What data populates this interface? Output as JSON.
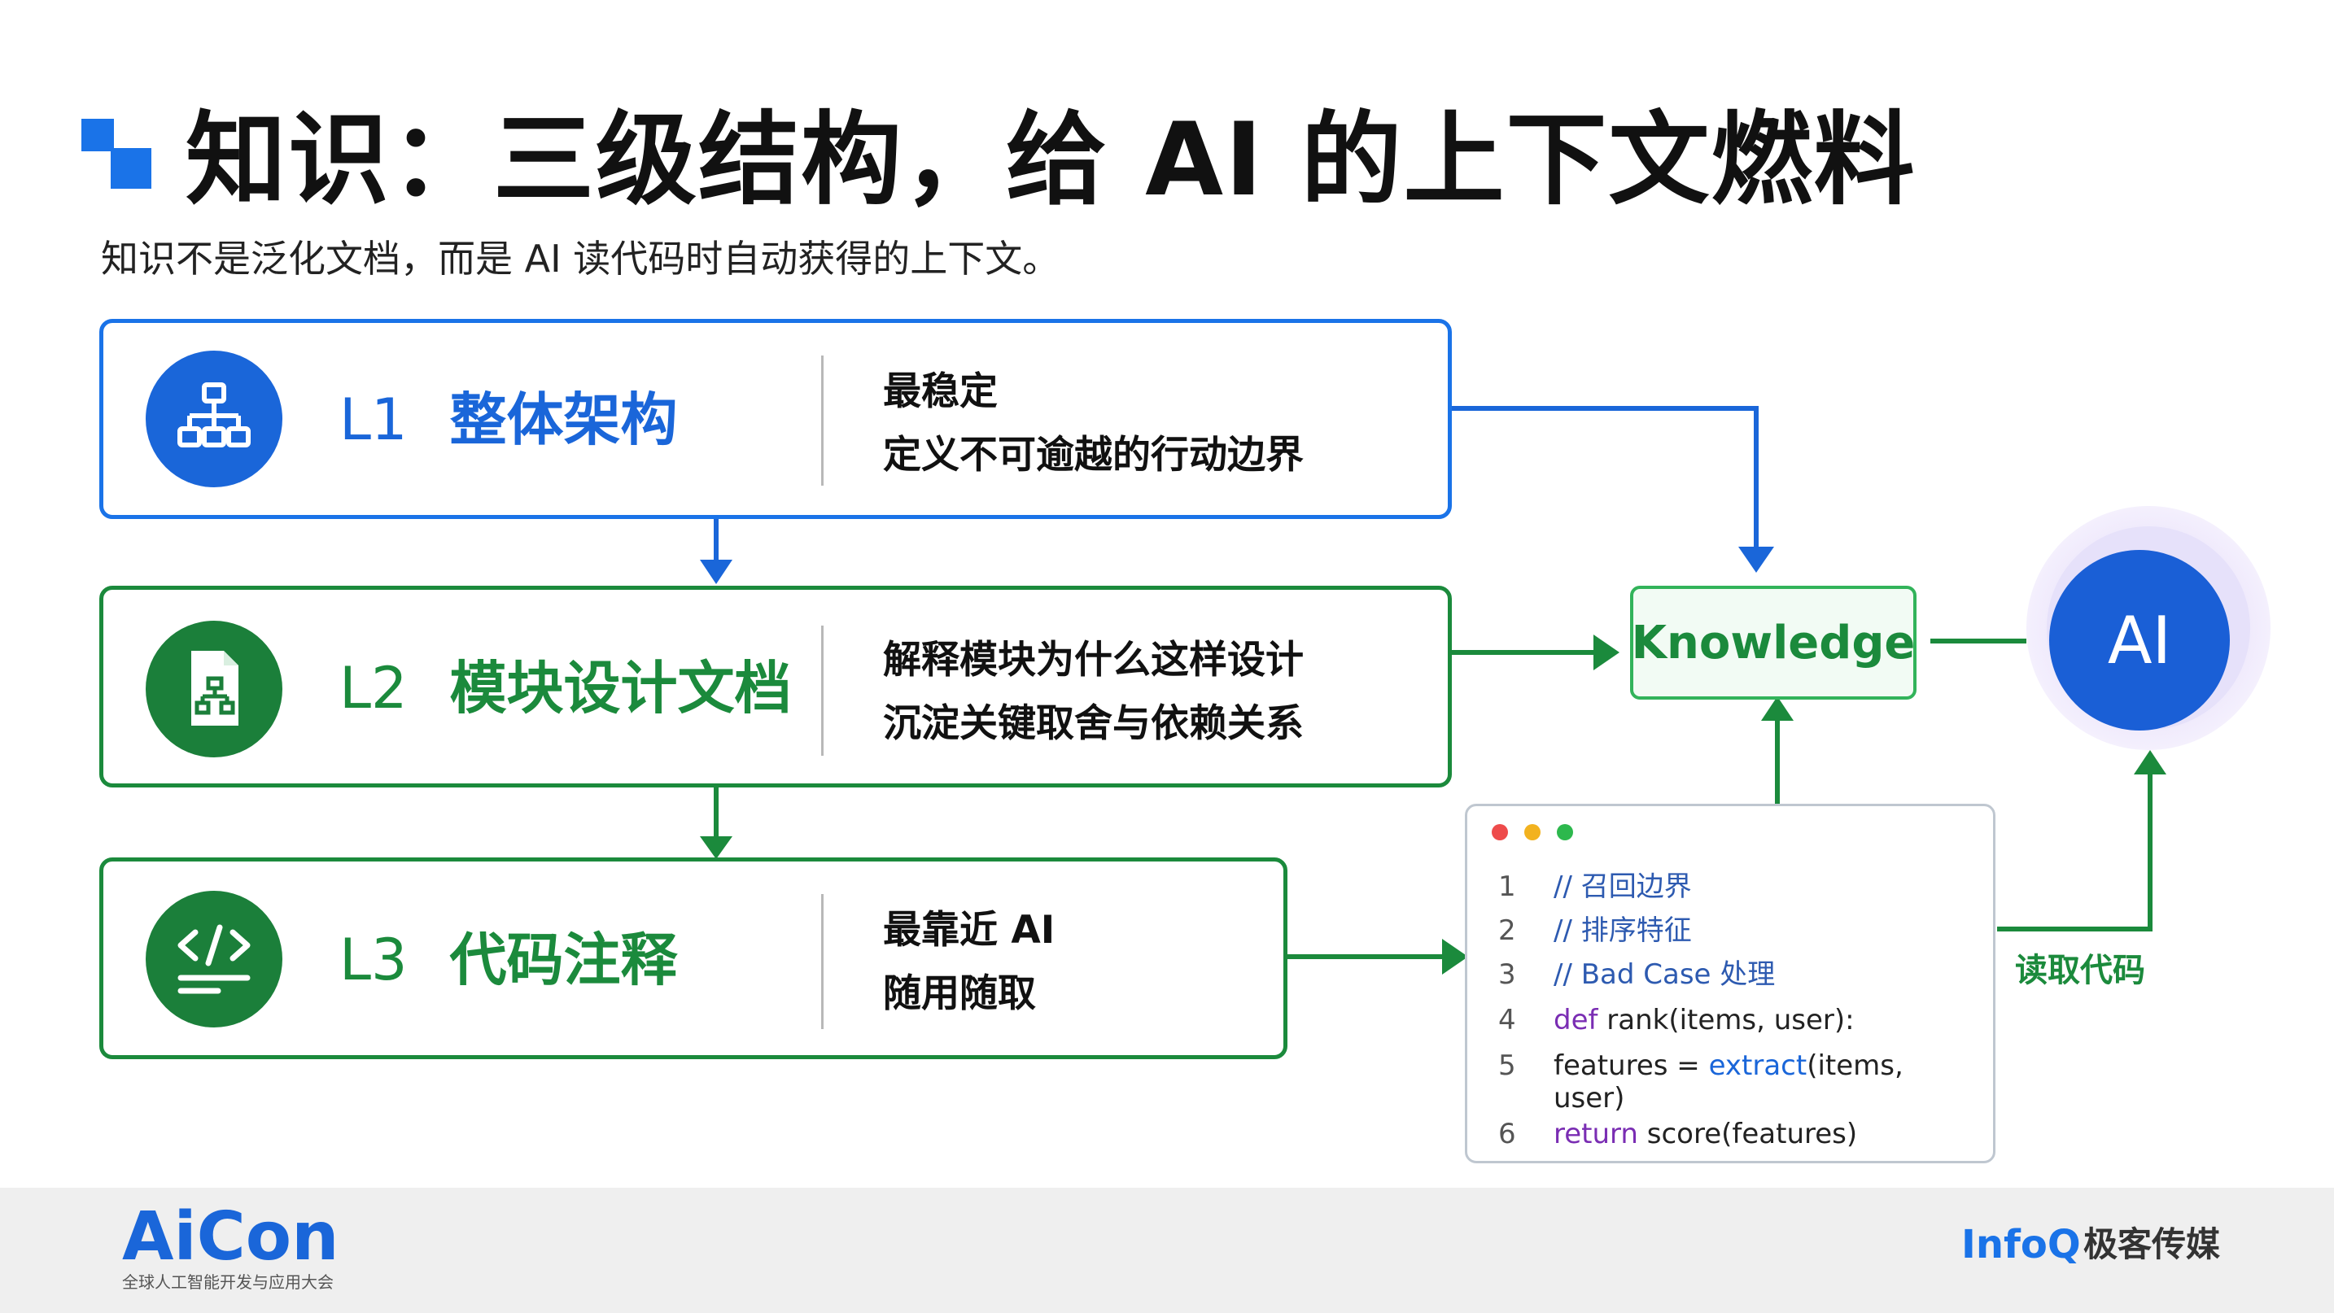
{
  "header": {
    "title": "知识：三级结构，给 AI 的上下文燃料",
    "subtitle": "知识不是泛化文档，而是 AI 读代码时自动获得的上下文。"
  },
  "levels": [
    {
      "code": "L1",
      "name": "整体架构",
      "line1": "最稳定",
      "line2": "定义不可逾越的行动边界",
      "icon": "hierarchy-icon",
      "color": "#1a66d9"
    },
    {
      "code": "L2",
      "name": "模块设计文档",
      "line1": "解释模块为什么这样设计",
      "line2": "沉淀关键取舍与依赖关系",
      "icon": "document-diagram-icon",
      "color": "#1b8a3c"
    },
    {
      "code": "L3",
      "name": "代码注释",
      "line1": "最靠近 AI",
      "line2": "随用随取",
      "icon": "code-icon",
      "color": "#1b8a3c"
    }
  ],
  "knowledge": {
    "label": "Knowledge"
  },
  "ai": {
    "label": "AI"
  },
  "read_code": {
    "label": "读取代码"
  },
  "code": {
    "lines": [
      {
        "n": "1",
        "text": "// 召回边界"
      },
      {
        "n": "2",
        "text": "// 排序特征"
      },
      {
        "n": "3",
        "text": "// Bad Case 处理"
      },
      {
        "n": "4",
        "kw": "def",
        "rest": " rank(items, user):"
      },
      {
        "n": "5",
        "pre": "features = ",
        "fn": "extract",
        "post": "(items,",
        "cont": "user)"
      },
      {
        "n": "6",
        "kw": "return",
        "rest": " score(features)"
      }
    ]
  },
  "colors": {
    "blue": "#1a66d9",
    "green": "#1b8a3c",
    "window_red": "#ee4b4b",
    "window_yellow": "#f2b21f",
    "window_green": "#2db84d"
  },
  "footer": {
    "brand": "AiCon",
    "brand_sub": "全球人工智能开发与应用大会",
    "infoq": "InfoQ",
    "media": "极客传媒"
  }
}
